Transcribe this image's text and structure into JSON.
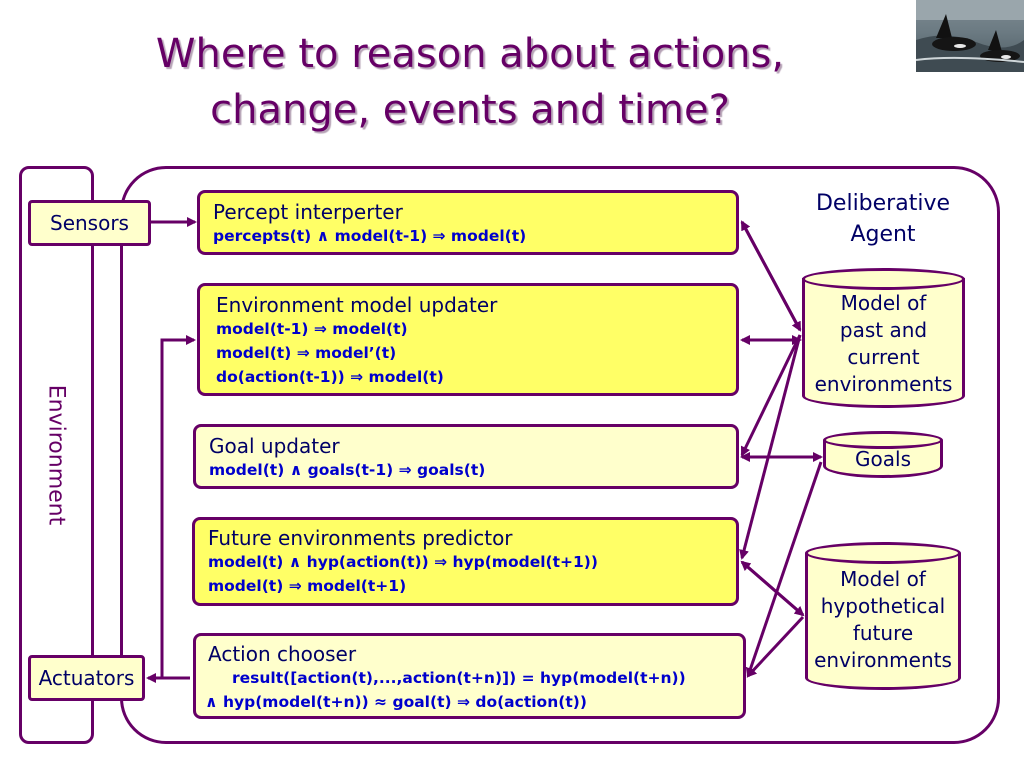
{
  "title_lines": [
    "Where to reason about actions,",
    "change, events and time?"
  ],
  "environment_label": "Environment",
  "sensors_label": "Sensors",
  "actuators_label": "Actuators",
  "agent_label": [
    "Deliberative",
    "Agent"
  ],
  "processes": {
    "percept_interpreter": {
      "title": "Percept interperter",
      "lines": [
        "percepts(t) ∧ model(t-1) ⇒ model(t)"
      ]
    },
    "env_model_updater": {
      "title": "Environment model updater",
      "lines": [
        "model(t-1) ⇒ model(t)",
        "model(t) ⇒ model’(t)",
        "do(action(t-1)) ⇒ model(t)"
      ]
    },
    "goal_updater": {
      "title": "Goal updater",
      "lines": [
        "model(t) ∧ goals(t-1) ⇒ goals(t)"
      ]
    },
    "future_predictor": {
      "title": "Future environments predictor",
      "lines": [
        "model(t) ∧ hyp(action(t)) ⇒ hyp(model(t+1))",
        "model(t) ⇒ model(t+1)"
      ]
    },
    "action_chooser": {
      "title": "Action chooser",
      "lines": [
        "result([action(t),...,action(t+n)]) = hyp(model(t+n))",
        "∧ hyp(model(t+n)) ≈ goal(t) ⇒ do(action(t))"
      ]
    }
  },
  "stores": {
    "past_models": [
      "Model of",
      "past and",
      "current",
      "environments"
    ],
    "goals": "Goals",
    "hypothetical_models": [
      "Model of",
      "hypothetical",
      "future",
      "environments"
    ]
  },
  "colors": {
    "outline": "#660066",
    "process_fill": "#ffff66",
    "light_fill": "#ffffcc",
    "title": "#660066",
    "formula": "#0000cc"
  }
}
